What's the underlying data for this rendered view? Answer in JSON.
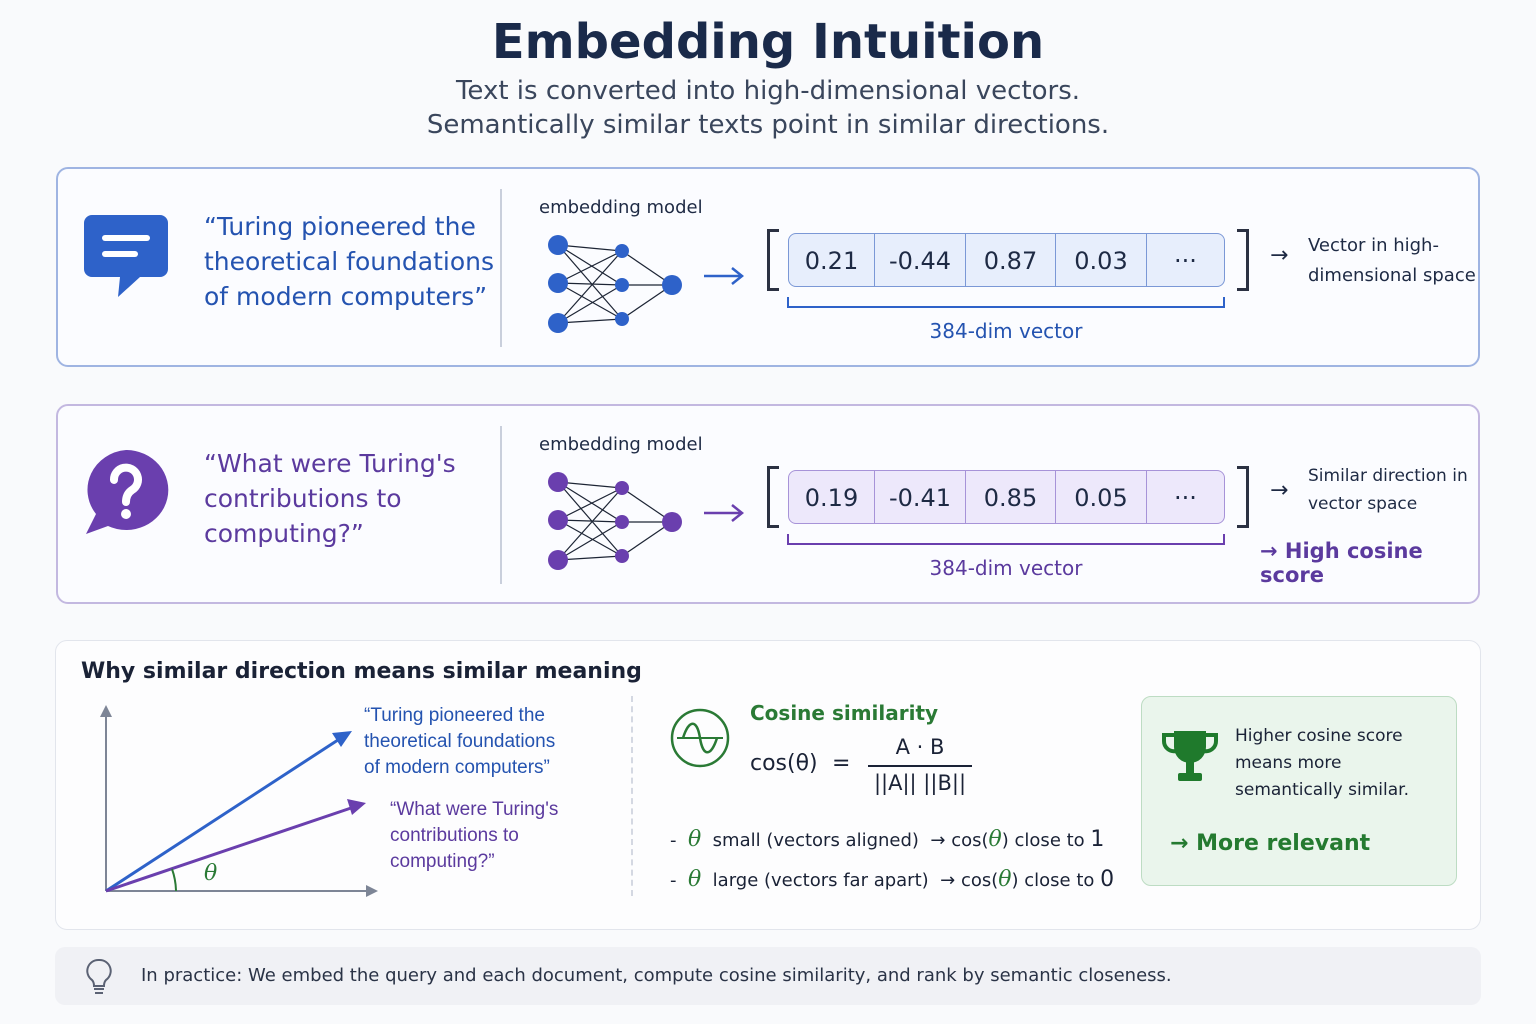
{
  "header": {
    "title": "Embedding Intuition",
    "subtitle_line1": "Text is converted into high-dimensional vectors.",
    "subtitle_line2": "Semantically similar texts point in similar directions."
  },
  "document_card": {
    "icon": "chat-bubble-icon",
    "quote": "“Turing pioneered the theoretical foundations of modern computers”",
    "model_label": "embedding model",
    "vector": [
      "0.21",
      "-0.44",
      "0.87",
      "0.03",
      "···"
    ],
    "dim_label": "384-dim vector",
    "arrow": "→",
    "side_text": "Vector in high-dimensional space",
    "accent": "#2453b0"
  },
  "query_card": {
    "icon": "question-bubble-icon",
    "quote": "“What were Turing's contributions to computing?”",
    "model_label": "embedding model",
    "vector": [
      "0.19",
      "-0.41",
      "0.85",
      "0.05",
      "···"
    ],
    "dim_label": "384-dim vector",
    "arrow": "→",
    "side_text": "Similar direction in vector space",
    "score_label": "→ High cosine score",
    "accent": "#5b3a9e"
  },
  "explanation": {
    "title": "Why similar direction means similar meaning",
    "plot": {
      "doc_label": "“Turing pioneered the theoretical foundations of modern computers”",
      "query_label": "“What were Turing's contributions to computing?”",
      "angle_label": "θ"
    },
    "cosine": {
      "title": "Cosine similarity",
      "lhs": "cos(θ)",
      "equals": "=",
      "numerator": "A · B",
      "denominator": "||A||  ||B||",
      "rows": [
        {
          "dash": "-",
          "theta": "θ",
          "condition": "small (vectors aligned)",
          "arrow": "→",
          "cos_prefix": "cos(",
          "cos_theta": "θ",
          "cos_suffix": ") close to",
          "value": "1"
        },
        {
          "dash": "-",
          "theta": "θ",
          "condition": "large (vectors far apart)",
          "arrow": "→",
          "cos_prefix": "cos(",
          "cos_theta": "θ",
          "cos_suffix": ") close to",
          "value": "0"
        }
      ]
    },
    "takeaway": {
      "icon": "trophy-icon",
      "text": "Higher cosine score means more semantically similar.",
      "result": "→ More relevant"
    }
  },
  "footer": {
    "icon": "lightbulb-icon",
    "text": "In practice: We embed the query and each document, compute cosine similarity, and rank by semantic closeness."
  }
}
